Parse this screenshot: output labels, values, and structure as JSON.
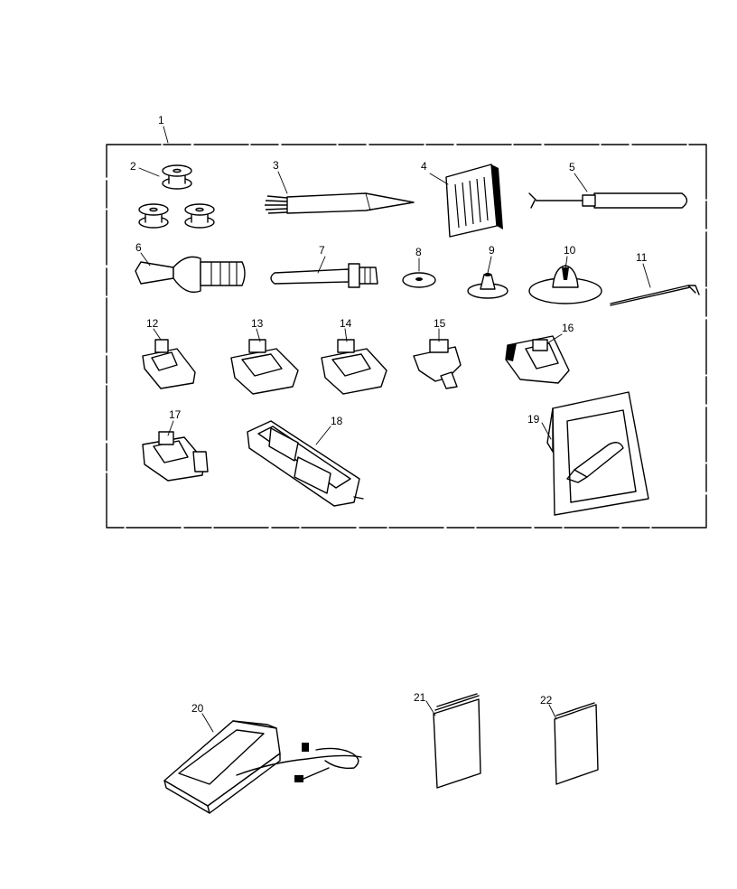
{
  "callouts": {
    "n1": "1",
    "n2": "2",
    "n3": "3",
    "n4": "4",
    "n5": "5",
    "n6": "6",
    "n7": "7",
    "n8": "8",
    "n9": "9",
    "n10": "10",
    "n11": "11",
    "n12": "12",
    "n13": "13",
    "n14": "14",
    "n15": "15",
    "n16": "16",
    "n17": "17",
    "n18": "18",
    "n19": "19",
    "n20": "20",
    "n21": "21",
    "n22": "22"
  },
  "colors": {
    "ink": "#000000",
    "paper": "#ffffff"
  }
}
